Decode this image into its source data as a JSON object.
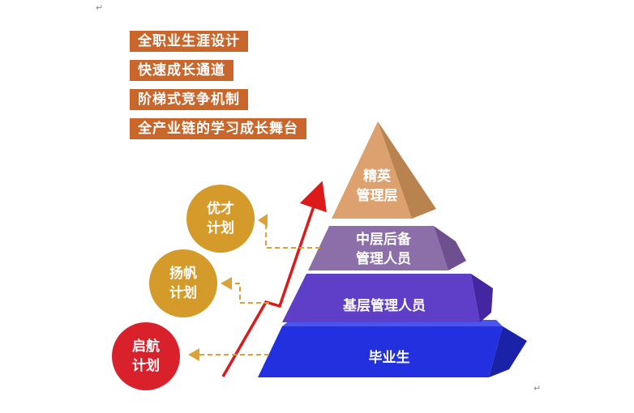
{
  "marks": {
    "top_return": "↵",
    "bottom_return": "↵"
  },
  "features": [
    "全职业生涯设计",
    "快速成长通道",
    "阶梯式竞争机制",
    "全产业链的学习成长舞台"
  ],
  "plans": [
    {
      "line1": "优才",
      "line2": "计划"
    },
    {
      "line1": "扬帆",
      "line2": "计划"
    },
    {
      "line1": "启航",
      "line2": "计划"
    }
  ],
  "tiers": [
    {
      "line1": "精英",
      "line2": "管理层"
    },
    {
      "line1": "中层后备",
      "line2": "管理人员"
    },
    {
      "line1": "基层管理人员"
    },
    {
      "line1": "毕业生"
    }
  ],
  "colors": {
    "feature_tag": "#c8662b",
    "plan_gold": "#d49a2a",
    "plan_red": "#d8212a",
    "tier_top": "#dca16e",
    "tier_second": "#8c6fa8",
    "tier_third": "#5f3fc8",
    "tier_bottom": "#2230e0",
    "arrow_red": "#dd1a1a",
    "dashed_gold": "#d9a23a"
  }
}
